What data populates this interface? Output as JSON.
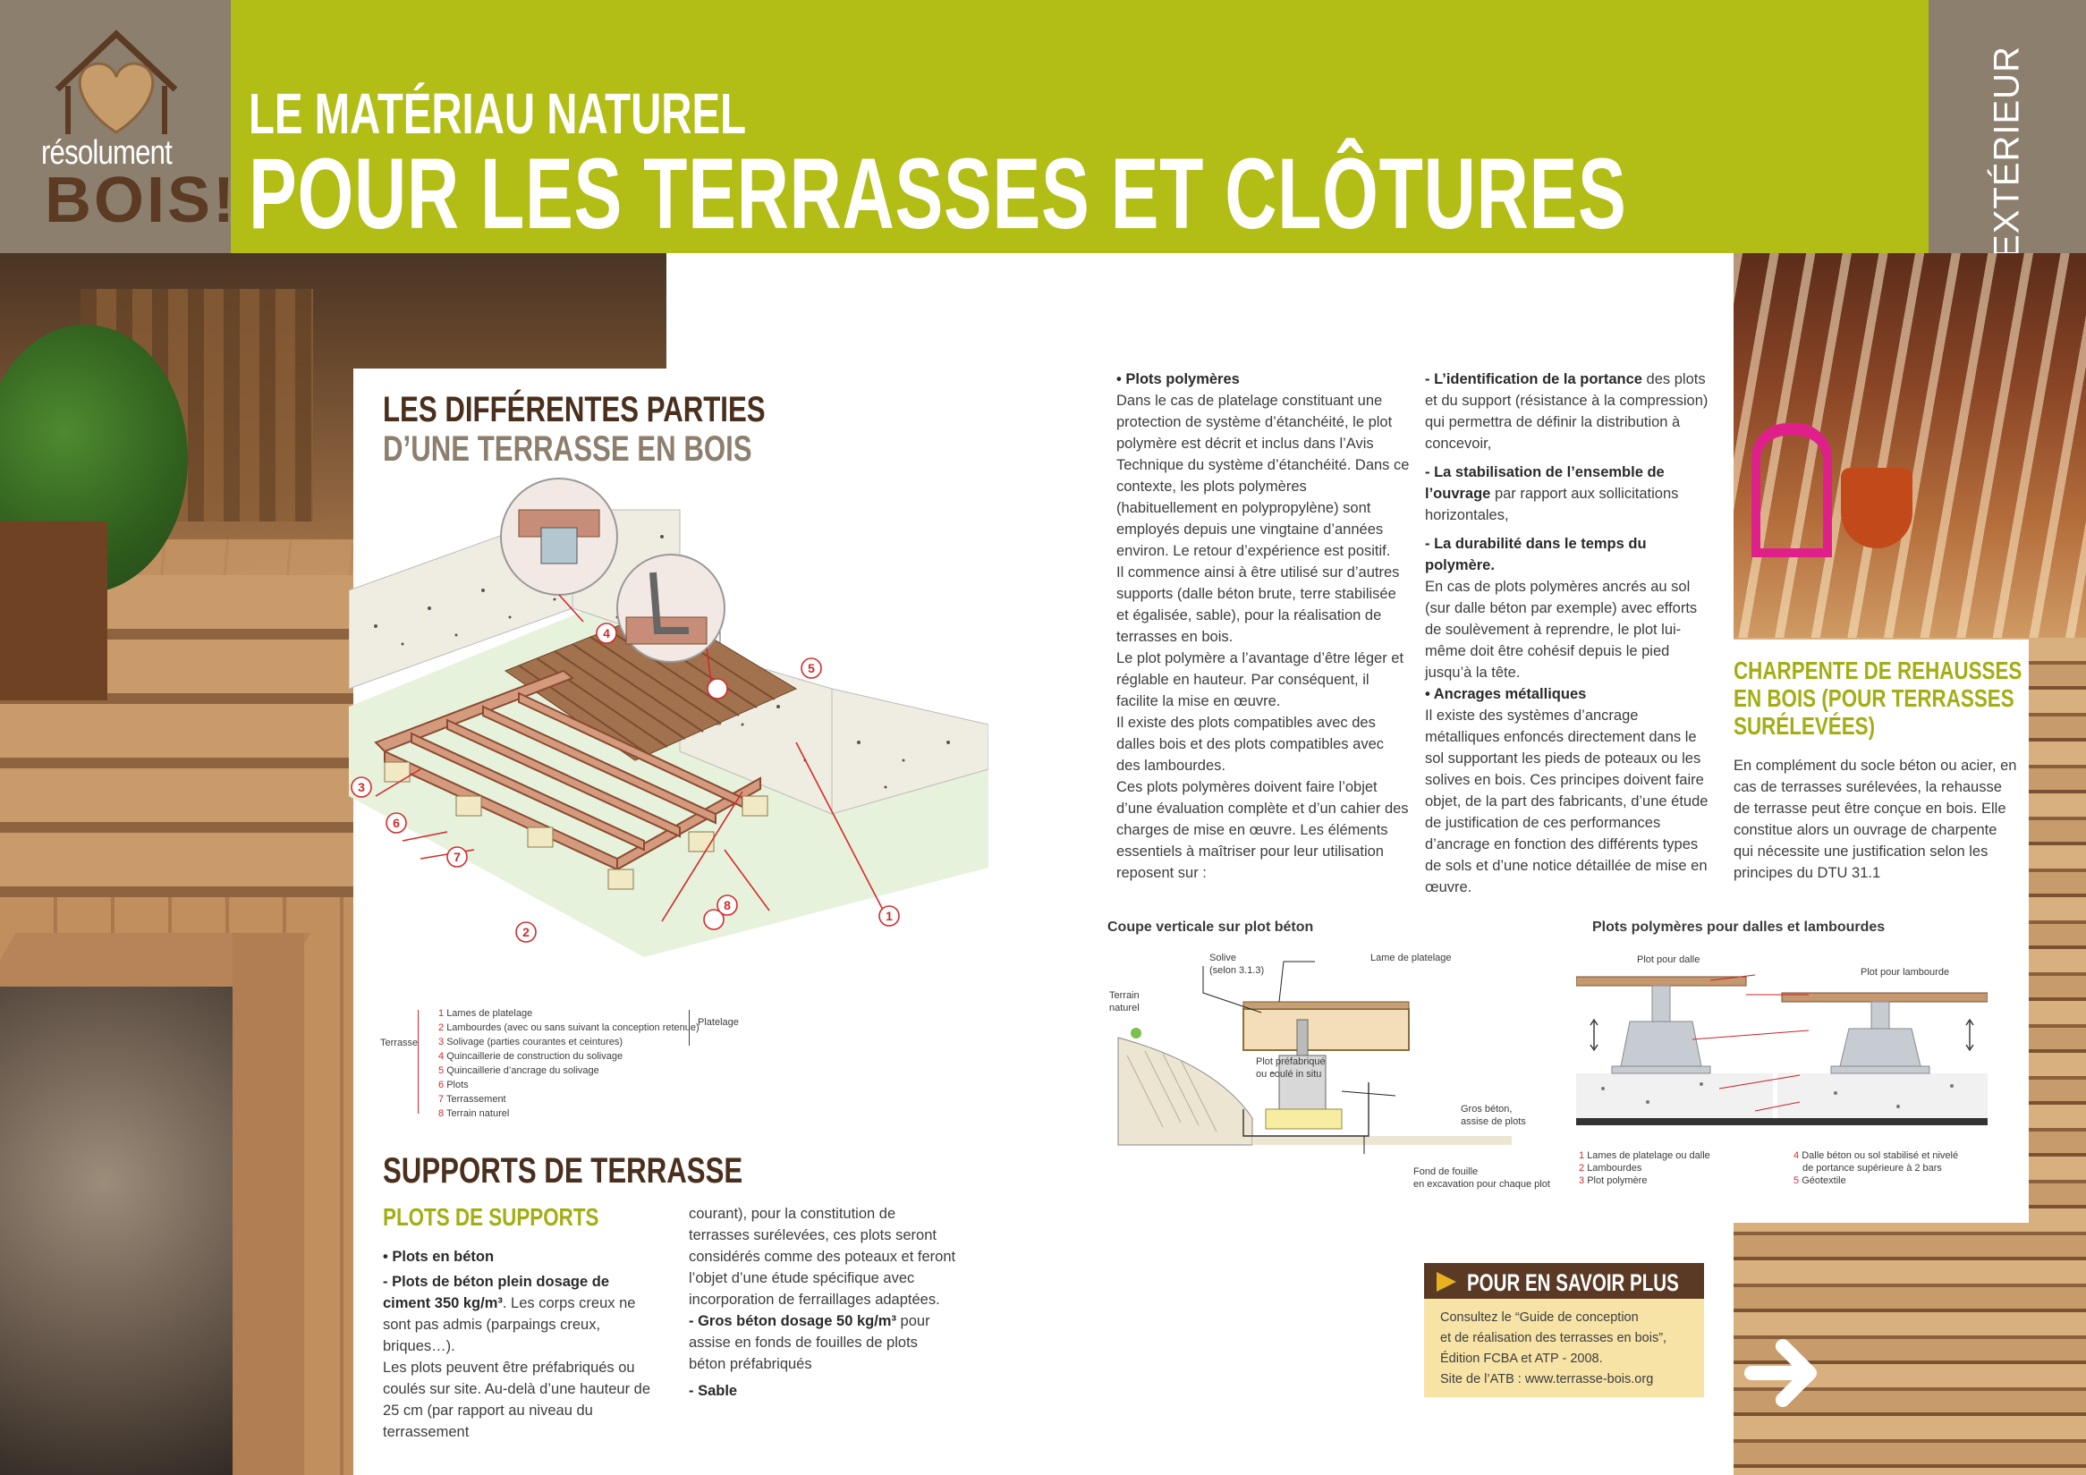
{
  "header": {
    "logo_line1": "résolument",
    "logo_line2": "BOIS!",
    "title_line1": "LE MATÉRIAU NATUREL",
    "title_line2": "POUR LES TERRASSES ET CLÔTURES",
    "side_label": "EXTÉRIEUR"
  },
  "colors": {
    "accent_green": "#b2bd16",
    "brown": "#4a2f1d",
    "taupe": "#8d7f6e",
    "number_red": "#d32b2b",
    "info_yellow": "#f7e3a6"
  },
  "section1": {
    "title": "LES DIFFÉRENTES PARTIES",
    "subtitle": "D’UNE TERRASSE EN BOIS",
    "callouts": [
      "1",
      "2",
      "3",
      "4",
      "5",
      "6",
      "7",
      "8"
    ],
    "legend": {
      "group_label": "Terrasse",
      "bracket_label": "Platelage",
      "items": [
        {
          "n": "1",
          "text": "Lames de platelage"
        },
        {
          "n": "2",
          "text": "Lambourdes (avec ou sans suivant la conception retenue)"
        },
        {
          "n": "3",
          "text": "Solivage (parties courantes et ceintures)"
        },
        {
          "n": "4",
          "text": "Quincaillerie de construction du solivage"
        },
        {
          "n": "5",
          "text": "Quincaillerie d’ancrage du solivage"
        },
        {
          "n": "6",
          "text": "Plots"
        },
        {
          "n": "7",
          "text": "Terrassement"
        },
        {
          "n": "8",
          "text": "Terrain naturel"
        }
      ]
    }
  },
  "section2": {
    "title": "SUPPORTS DE TERRASSE",
    "subtitle": "PLOTS DE SUPPORTS",
    "col1": {
      "bullet": "• Plots en béton",
      "lead_bold": "- Plots de béton plein dosage de ciment 350 kg/m³",
      "text1": ". Les corps creux ne sont pas admis (parpaings creux, briques…).",
      "text2": "Les plots peuvent être préfabriqués ou coulés sur site. Au-delà d’une hauteur de 25 cm (par rapport au niveau du terrassement"
    },
    "col2": {
      "text1": "courant), pour la constitution de terrasses surélevées, ces plots seront considérés comme des poteaux et feront l’objet d’une étude spécifique avec incorporation de ferraillages adaptées.",
      "lead_bold": "- Gros béton dosage 50 kg/m³",
      "text2": " pour assise en fonds de fouilles de plots béton préfabriqués",
      "last_bold": "- Sable"
    }
  },
  "middle": {
    "col1": {
      "bullet": "• Plots polymères",
      "text": "Dans le cas de platelage constituant une protection de système d’étanchéité, le plot polymère est décrit et inclus dans l’Avis Technique du système d’étanchéité. Dans ce contexte, les plots polymères (habituellement en polypropylène) sont employés depuis une vingtaine d’années environ. Le retour d’expérience est positif.",
      "text2": "Il commence ainsi à être utilisé sur d’autres supports (dalle béton brute, terre stabilisée et égalisée, sable), pour la réalisation de terrasses en bois.",
      "text3": "Le plot polymère a l’avantage d’être léger et réglable en hauteur. Par conséquent, il facilite la mise en œuvre.",
      "text4": "Il existe des plots compatibles avec des dalles bois et des plots compatibles avec des lambourdes.",
      "text5": "Ces plots polymères doivent faire l’objet d’une évaluation complète et d’un cahier des charges de mise en œuvre. Les éléments essentiels à maîtriser pour leur utilisation reposent sur :"
    },
    "col2": {
      "i1_bold": "- L’identification de la portance",
      "i1_text": " des plots et du support (résistance à la compression) qui permettra de définir la distribution à concevoir,",
      "i2_bold": "- La stabilisation de l’ensemble de l’ouvrage",
      "i2_text": " par rapport aux sollicitations horizontales,",
      "i3_bold": "- La durabilité dans le temps du polymère.",
      "i3_text": "En cas de plots polymères ancrés au sol (sur dalle béton par exemple) avec efforts de soulèvement à reprendre, le plot lui-même doit être cohésif depuis le pied jusqu’à la tête.",
      "bullet": "• Ancrages métalliques",
      "text": "Il existe des systèmes d’ancrage métalliques enfoncés directement dans le sol supportant les pieds de poteaux ou les solives en bois. Ces principes doivent faire objet, de la part des fabricants, d’une étude de justification de ces performances d’ancrage en fonction des différents types de sols et d’une notice détaillée de mise en œuvre."
    }
  },
  "right": {
    "title1": "CHARPENTE DE REHAUSSES",
    "title2": "EN BOIS (POUR TERRASSES",
    "title3": "SURÉLEVÉES)",
    "text": "En complément du socle béton ou acier, en cas de terrasses surélevées, la rehausse de terrasse peut être conçue en bois. Elle constitue alors un ouvrage de charpente qui nécessite une justification selon les principes du DTU 31.1"
  },
  "figure1": {
    "caption": "Coupe verticale sur plot béton",
    "labels": {
      "solive": "Solive",
      "solive2": "(selon 3.1.3)",
      "lame": "Lame de platelage",
      "terrain": "Terrain",
      "terrain2": "naturel",
      "plot": "Plot préfabriqué",
      "plot2": "ou coulé in situ",
      "gros": "Gros béton,",
      "gros2": "assise de plots",
      "fond": "Fond de fouille",
      "fond2": "en excavation pour chaque plot"
    }
  },
  "figure2": {
    "caption": "Plots polymères pour dalles et lambourdes",
    "label_dalle": "Plot pour dalle",
    "label_lambourde": "Plot pour lambourde",
    "legend_left": [
      {
        "n": "1",
        "text": "Lames de platelage ou dalle"
      },
      {
        "n": "2",
        "text": "Lambourdes"
      },
      {
        "n": "3",
        "text": "Plot polymère"
      }
    ],
    "legend_right": [
      {
        "n": "4",
        "text": "Dalle béton ou sol stabilisé et nivelé"
      },
      {
        "n": "",
        "text": "de portance supérieure à 2 bars"
      },
      {
        "n": "5",
        "text": "Géotextile"
      }
    ]
  },
  "info": {
    "title": "POUR EN SAVOIR PLUS",
    "line1": "Consultez le “Guide de conception",
    "line2": "et de réalisation des terrasses en bois”,",
    "line3": "Édition FCBA et ATP - 2008.",
    "line4": "Site de l’ATB : www.terrasse-bois.org"
  }
}
